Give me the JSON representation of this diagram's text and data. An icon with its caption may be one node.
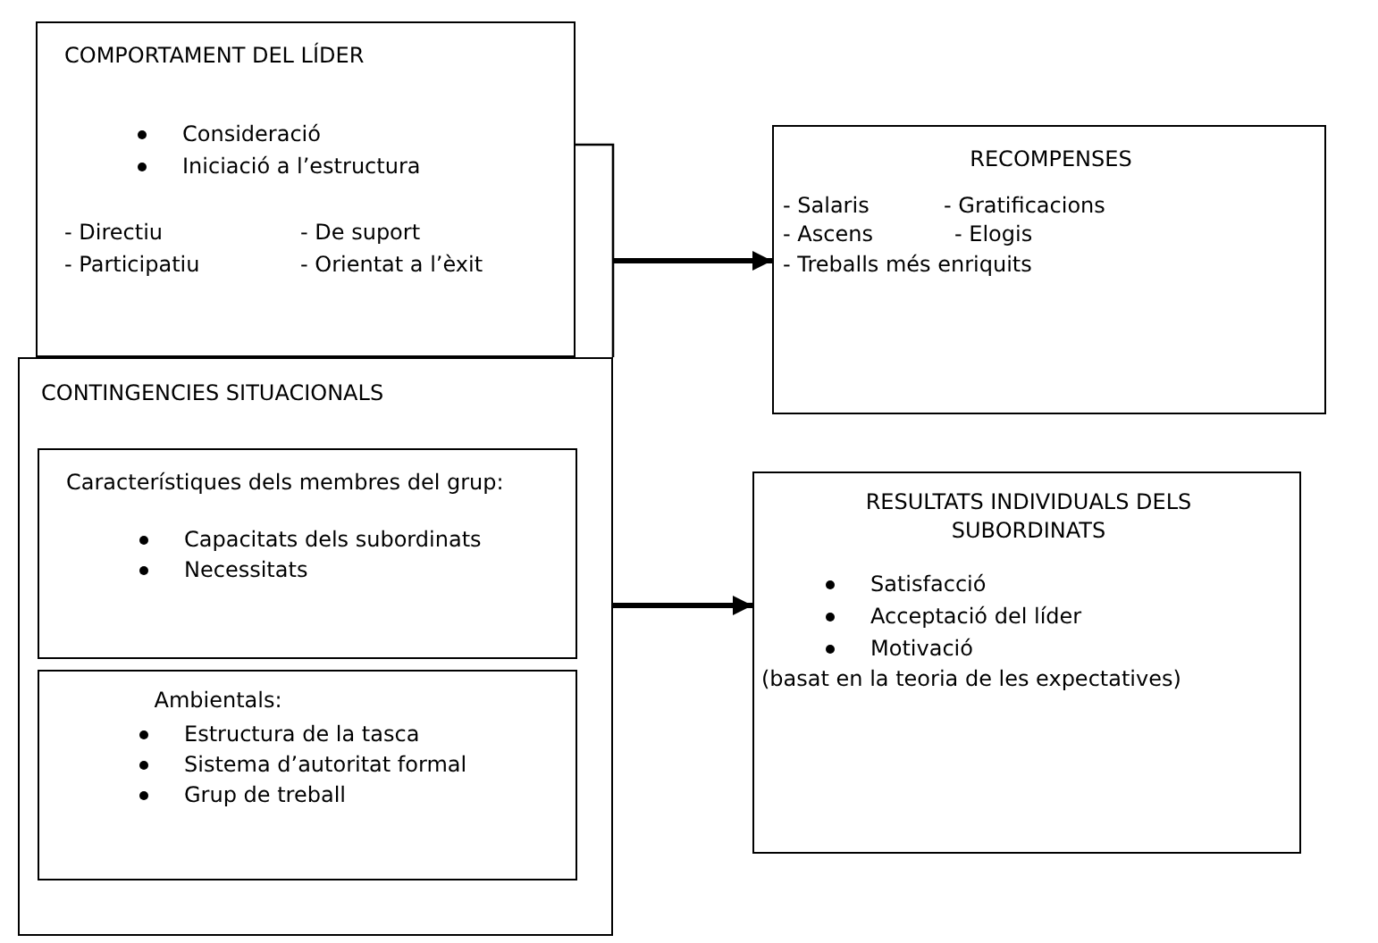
{
  "diagram": {
    "nodes": [
      {
        "text": [
          "COMPORTAMENT DEL LÍDER",
          "Consideració",
          "Iniciació a l’estructura",
          "- Directiu",
          "- De suport",
          "- Participatiu",
          "- Orientat a l’èxit"
        ]
      },
      {
        "text": [
          "RECOMPENSES",
          "- Salaris",
          "- Gratificacions",
          "- Ascens",
          "- Elogis",
          "- Treballs més enriquits"
        ]
      },
      {
        "text": [
          "CONTINGENCIES SITUACIONALS"
        ]
      },
      {
        "text": [
          "Característiques dels membres del grup:",
          "Capacitats dels subordinats",
          "Necessitats"
        ],
        "in": 2
      },
      {
        "text": [
          "Ambientals:",
          "Estructura de la tasca",
          "Sistema d’autoritat formal",
          "Grup de treball"
        ],
        "in": 2
      },
      {
        "text": [
          "RESULTATS INDIVIDUALS DELS SUBORDINATS",
          "Satisfacció",
          "Acceptació del líder",
          "Motivació",
          "(basat en la teoria de les expectatives)"
        ]
      }
    ],
    "edges": [
      {
        "from": 0,
        "to": 1,
        "arrow": "to"
      },
      {
        "from": 2,
        "to": 5,
        "arrow": "to"
      },
      {
        "from": 2,
        "to": 1,
        "arrow": "to"
      }
    ]
  }
}
